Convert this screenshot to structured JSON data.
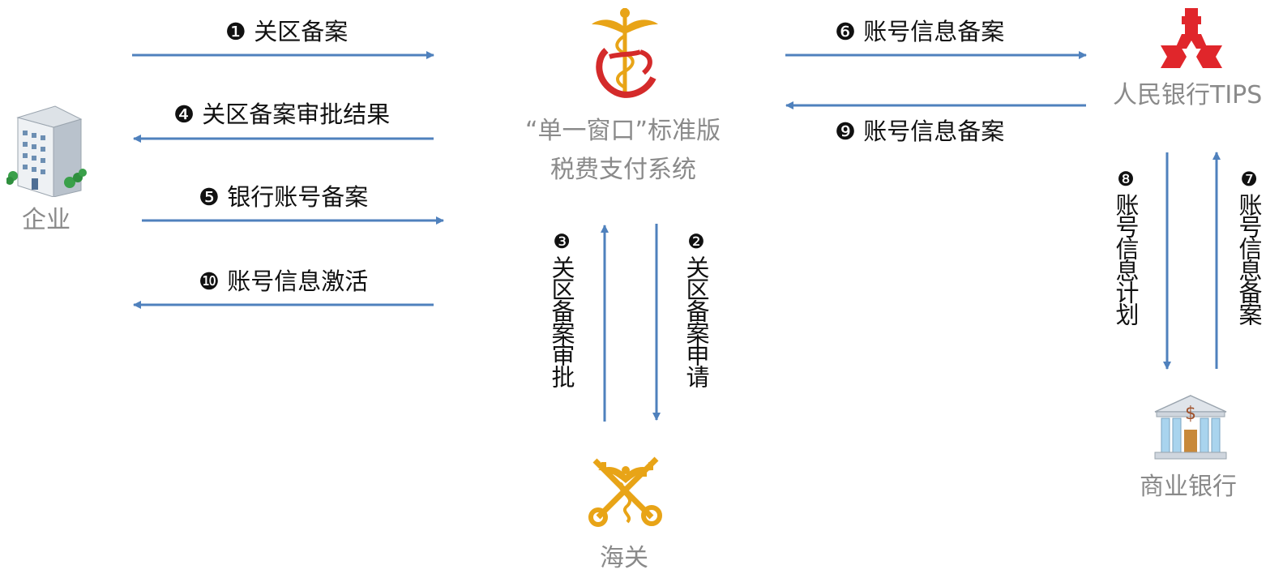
{
  "nodes": {
    "enterprise": "企业",
    "single_window_line1": "“单一窗口”标准版",
    "single_window_line2": "税费支付系统",
    "pbc_tips": "人民银行TIPS",
    "customs": "海关",
    "commercial_bank": "商业银行"
  },
  "steps": [
    {
      "num": "❶",
      "text": "关区备案"
    },
    {
      "num": "❷",
      "text": "关区备案申请"
    },
    {
      "num": "❸",
      "text": "关区备案审批"
    },
    {
      "num": "❹",
      "text": "关区备案审批结果"
    },
    {
      "num": "❺",
      "text": "银行账号备案"
    },
    {
      "num": "❻",
      "text": "账号信息备案"
    },
    {
      "num": "❼",
      "text": "账号信息备案"
    },
    {
      "num": "❽",
      "text": "账号信息计划"
    },
    {
      "num": "❾",
      "text": "账号信息备案"
    },
    {
      "num": "❿",
      "text": "账号信息激活"
    }
  ],
  "colors": {
    "arrow": "#4f81bd",
    "node_label": "#8a8a8a",
    "step_label": "#111111",
    "pbc_red": "#e0262b",
    "customs_gold": "#e8a417"
  },
  "icons": {
    "enterprise": "office-building-icon",
    "single_window": "caduceus-logo-icon",
    "pbc_tips": "people-bank-logo-icon",
    "customs": "customs-key-logo-icon",
    "commercial_bank": "bank-building-icon"
  }
}
